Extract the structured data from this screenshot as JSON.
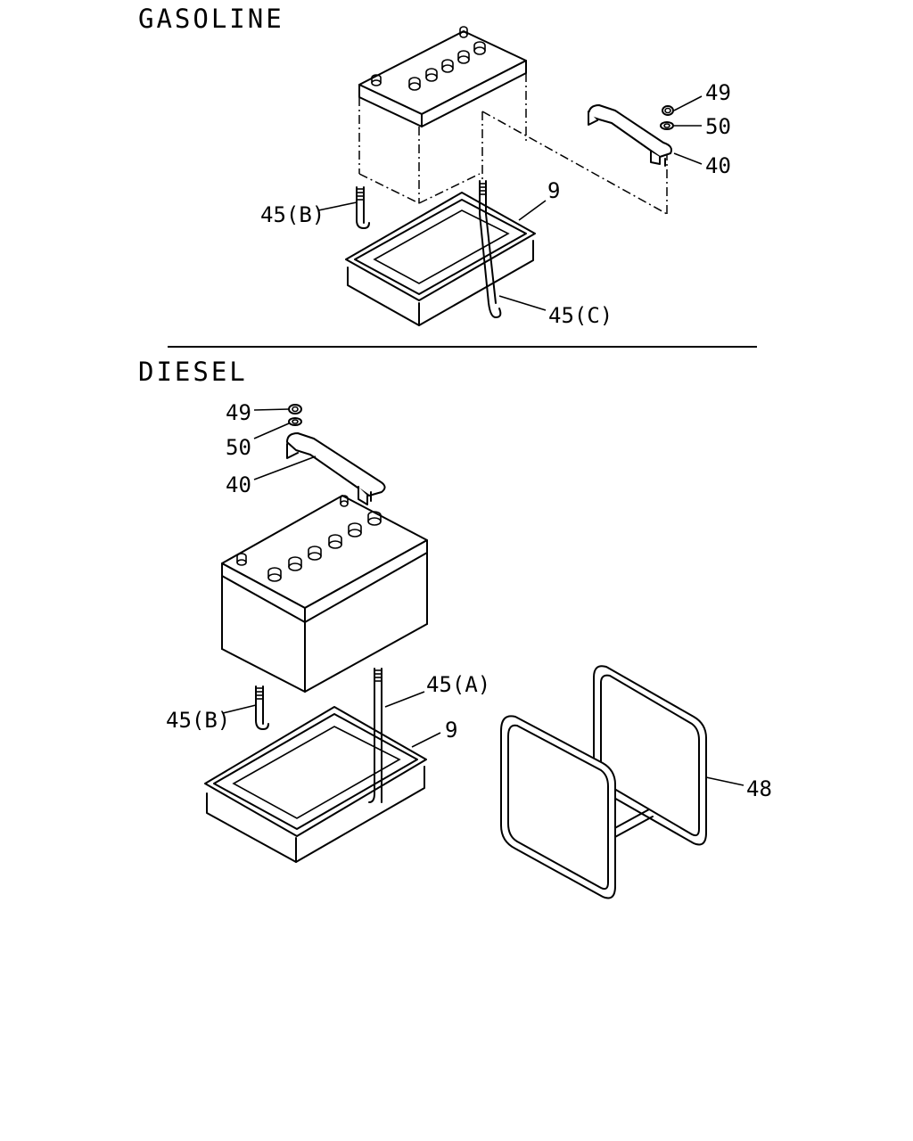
{
  "sections": {
    "gasoline": {
      "title": "GASOLINE",
      "callouts": {
        "nut": "49",
        "washer": "50",
        "clamp": "40",
        "tray": "9",
        "bolt_b": "45(B)",
        "bolt_c": "45(C)"
      }
    },
    "diesel": {
      "title": "DIESEL",
      "callouts": {
        "nut": "49",
        "washer": "50",
        "clamp": "40",
        "bolt_a": "45(A)",
        "bolt_b": "45(B)",
        "tray": "9",
        "frame": "48"
      }
    }
  }
}
